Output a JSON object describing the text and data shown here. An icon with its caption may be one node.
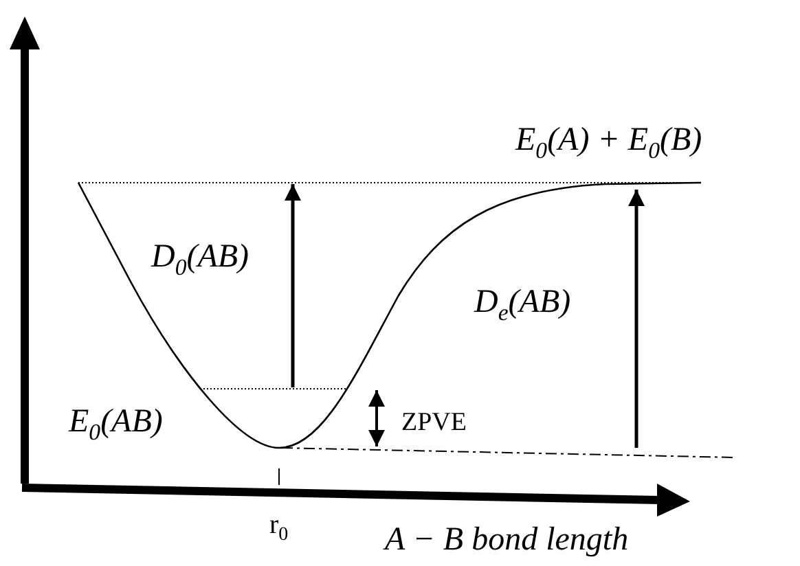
{
  "diagram": {
    "labels": [
      "E$_{0}$(A) + E$_{0}$(B)",
      "D$_{0}$(AB)",
      "D$_{e}$(AB)",
      "E$_{0}$(AB)",
      "ZPVE",
      "r$_{0}$",
      "A − B bond length"
    ]
  }
}
